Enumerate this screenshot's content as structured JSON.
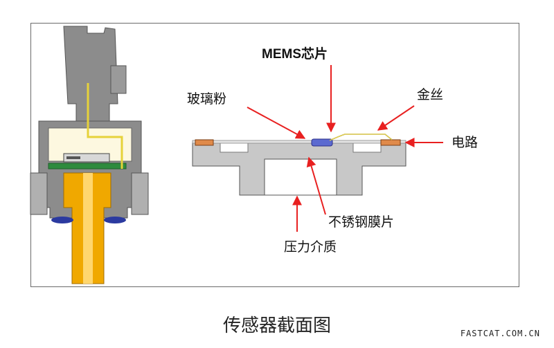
{
  "labels": {
    "mems_chip": "MEMS芯片",
    "glass_frit": "玻璃粉",
    "gold_wire": "金丝",
    "circuit": "电路",
    "steel_diaphragm": "不锈钢膜片",
    "pressure_medium": "压力介质"
  },
  "caption": "传感器截面图",
  "watermark": "FASTCAT.COM.CN",
  "colors": {
    "housing_gray": "#8c8c8c",
    "body_light_gray": "#c8c8c8",
    "port_orange": "#f0a800",
    "pcb_green": "#2e8b3e",
    "gold_wire_yellow": "#f2e15a",
    "circuit_copper": "#e08a4a",
    "chip_blue": "#5b6ad0",
    "arrow_red": "#e82020"
  }
}
